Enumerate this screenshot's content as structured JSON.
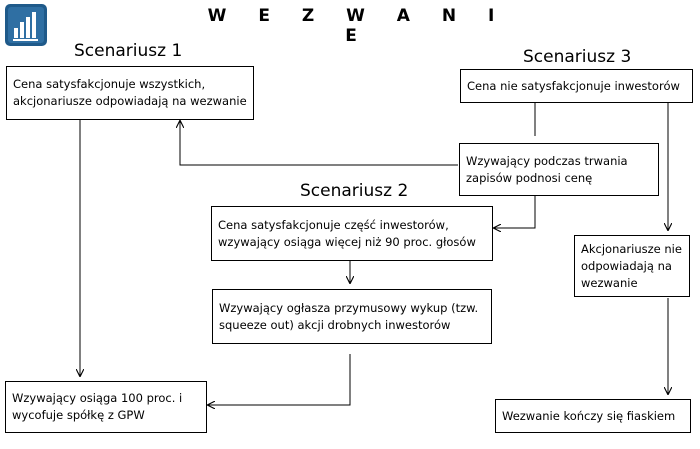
{
  "title": "W E Z W A N I E",
  "headings": {
    "s1": "Scenariusz 1",
    "s2": "Scenariusz 2",
    "s3": "Scenariusz 3"
  },
  "boxes": {
    "s1_price_ok_all": "Cena satysfakcjonuje wszystkich, akcjonariusze odpowiadają na wezwanie",
    "s3_price_not_ok": "Cena nie satysfakcjonuje inwestorów",
    "raise_price": "Wzywający podczas trwania zapisów podnosi cenę",
    "s2_price_ok_part": "Cena satysfakcjonuje część inwestorów, wzywający osiąga więcej niż 90 proc. głosów",
    "squeeze_out": "Wzywający ogłasza przymusowy wykup (tzw. squeeze out) akcji drobnych inwestorów",
    "shareholders_no_response": "Akcjonariusze nie odpowiadają na wezwanie",
    "reach_100_delist": "Wzywający osiąga 100 proc. i wycofuje spółkę z GPW",
    "tender_fails": "Wezwanie kończy się fiaskiem"
  },
  "logo_icon": "bar-chart-icon",
  "colors": {
    "logo_bg": "#1f5a8a",
    "logo_bars": "#ffffff"
  }
}
